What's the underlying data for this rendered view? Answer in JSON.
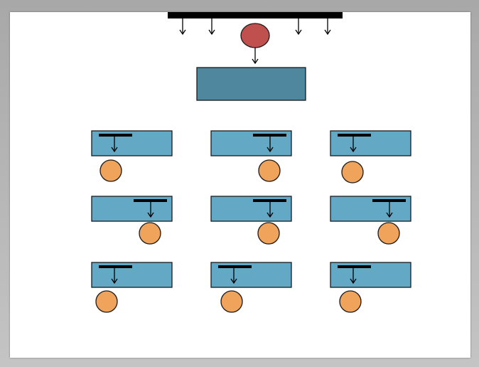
{
  "colors": {
    "background": "#b9b9b9",
    "slide": "#ffffff",
    "bar": "#000000",
    "red_circle": "#c0504d",
    "main_box": "#4f879f",
    "small_box": "#63a9c5",
    "orange_circle": "#f0a35a",
    "outline": "#1a1a1a"
  },
  "icons": {
    "top_bar": "top-bar",
    "source_node": "red-circle",
    "hub": "main-rectangle",
    "module": "small-rectangle-with-bar-and-arrow",
    "output": "orange-circle"
  },
  "diagram": {
    "module_count": 9,
    "rows": 3,
    "columns": 3,
    "module_bar_side": [
      "left",
      "right",
      "left",
      "right",
      "right",
      "right",
      "left",
      "left",
      "left"
    ]
  }
}
